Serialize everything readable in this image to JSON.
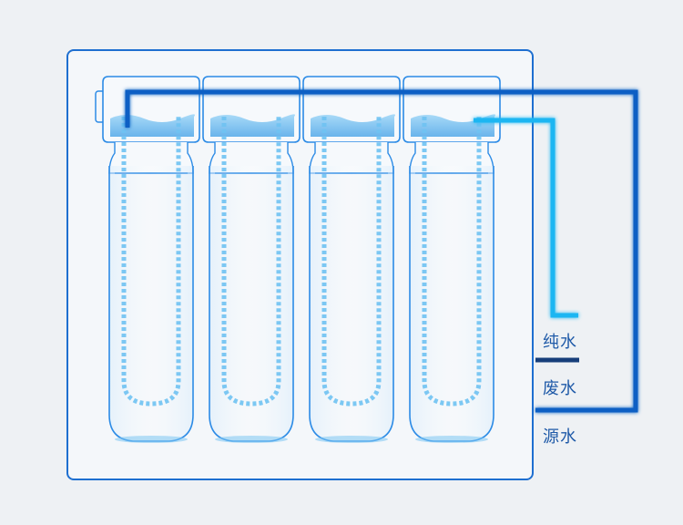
{
  "legend": {
    "pure_water": "纯水",
    "waste_water": "废水",
    "source_water": "源水"
  },
  "filter_count": 4,
  "colors": {
    "background": "#eef1f4",
    "frame": "#1e6fd0",
    "pure_water_line": "#1fb6f2",
    "waste_water_line": "#173e7a",
    "source_water_line": "#0f5fc4",
    "filter_outline": "#2c8be6",
    "water": "#6fc2f2",
    "label_text": "#1f5aa8"
  }
}
